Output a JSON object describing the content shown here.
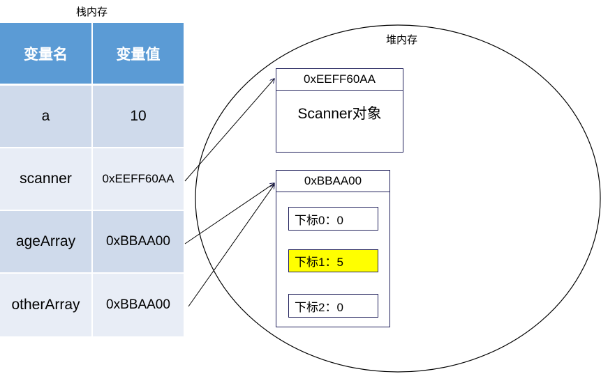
{
  "stack": {
    "caption": "栈内存",
    "headers": {
      "name": "变量名",
      "value": "变量值"
    },
    "rows": [
      {
        "name": "a",
        "value": "10"
      },
      {
        "name": "scanner",
        "value": "0xEEFF60AA"
      },
      {
        "name": "ageArray",
        "value": "0xBBAA00"
      },
      {
        "name": "otherArray",
        "value": "0xBBAA00"
      }
    ]
  },
  "heap": {
    "caption": "堆内存",
    "scanner_object": {
      "address": "0xEEFF60AA",
      "label": "Scanner对象"
    },
    "array_object": {
      "address": "0xBBAA00",
      "elements": [
        {
          "label": "下标0：0",
          "highlighted": false
        },
        {
          "label": "下标1：5",
          "highlighted": true
        },
        {
          "label": "下标2：0",
          "highlighted": false
        }
      ]
    }
  },
  "colors": {
    "header_bg": "#5b9bd5",
    "row_dark": "#cfdaeb",
    "row_light": "#e8edf6",
    "highlight": "#ffff00",
    "border": "#1f1f5a"
  }
}
